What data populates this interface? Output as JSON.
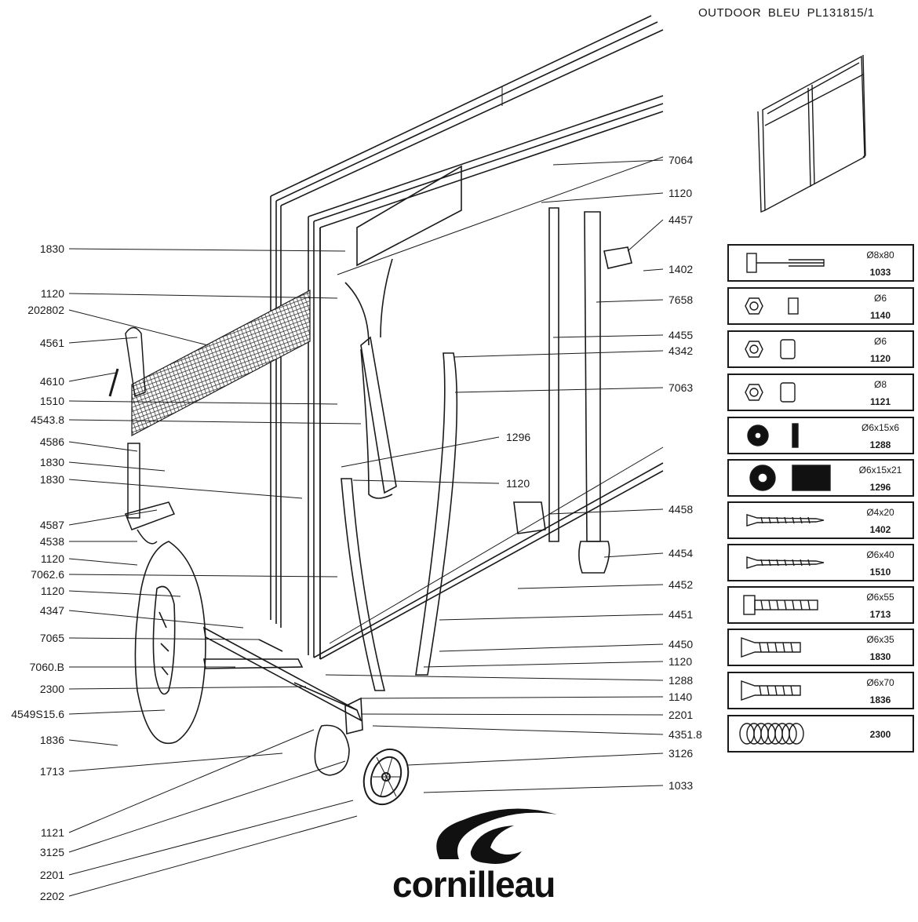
{
  "document": {
    "title": "OUTDOOR  BLEU  PL131815/1",
    "brand": "cornilleau"
  },
  "left_callouts": [
    {
      "label": "1830"
    },
    {
      "label": "1120"
    },
    {
      "label": "202802"
    },
    {
      "label": "4561"
    },
    {
      "label": "4610"
    },
    {
      "label": "1510"
    },
    {
      "label": "4543.8"
    },
    {
      "label": "4586"
    },
    {
      "label": "1830"
    },
    {
      "label": "1830"
    },
    {
      "label": "4587"
    },
    {
      "label": "4538"
    },
    {
      "label": "1120"
    },
    {
      "label": "7062.6"
    },
    {
      "label": "1120"
    },
    {
      "label": "4347"
    },
    {
      "label": "7065"
    },
    {
      "label": "7060.B"
    },
    {
      "label": "2300"
    },
    {
      "label": "4549S15.6"
    },
    {
      "label": "1836"
    },
    {
      "label": "1713"
    },
    {
      "label": "1121"
    },
    {
      "label": "3125"
    },
    {
      "label": "2201"
    },
    {
      "label": "2202"
    }
  ],
  "right_callouts": [
    {
      "label": "7064"
    },
    {
      "label": "1120"
    },
    {
      "label": "4457"
    },
    {
      "label": "1402"
    },
    {
      "label": "7658"
    },
    {
      "label": "4455"
    },
    {
      "label": "4342"
    },
    {
      "label": "7063"
    },
    {
      "label": "4458"
    },
    {
      "label": "4454"
    },
    {
      "label": "4452"
    },
    {
      "label": "4451"
    },
    {
      "label": "4450"
    },
    {
      "label": "1120"
    },
    {
      "label": "1288"
    },
    {
      "label": "1140"
    },
    {
      "label": "2201"
    },
    {
      "label": "4351.8"
    },
    {
      "label": "3126"
    },
    {
      "label": "1033"
    }
  ],
  "center_callouts": [
    {
      "label": "1296"
    },
    {
      "label": "1120"
    }
  ],
  "hardware": [
    {
      "size": "Ø8x80",
      "code": "1033",
      "icon": "bolt-icon"
    },
    {
      "size": "Ø6",
      "code": "1140",
      "icon": "nut-icon"
    },
    {
      "size": "Ø6",
      "code": "1120",
      "icon": "lock-nut-icon"
    },
    {
      "size": "Ø8",
      "code": "1121",
      "icon": "lock-nut-icon"
    },
    {
      "size": "Ø6x15x6",
      "code": "1288",
      "icon": "washer-icon"
    },
    {
      "size": "Ø6x15x21",
      "code": "1296",
      "icon": "spacer-icon"
    },
    {
      "size": "Ø4x20",
      "code": "1402",
      "icon": "wood-screw-icon"
    },
    {
      "size": "Ø6x40",
      "code": "1510",
      "icon": "wood-screw-icon"
    },
    {
      "size": "Ø6x55",
      "code": "1713",
      "icon": "hex-bolt-icon"
    },
    {
      "size": "Ø6x35",
      "code": "1830",
      "icon": "countersunk-screw-icon"
    },
    {
      "size": "Ø6x70",
      "code": "1836",
      "icon": "countersunk-screw-icon"
    },
    {
      "size": "",
      "code": "2300",
      "icon": "spring-washer-icon"
    }
  ],
  "colors": {
    "ink": "#1a1a1a",
    "paper": "#ffffff",
    "mesh": "#2a2a2a"
  }
}
